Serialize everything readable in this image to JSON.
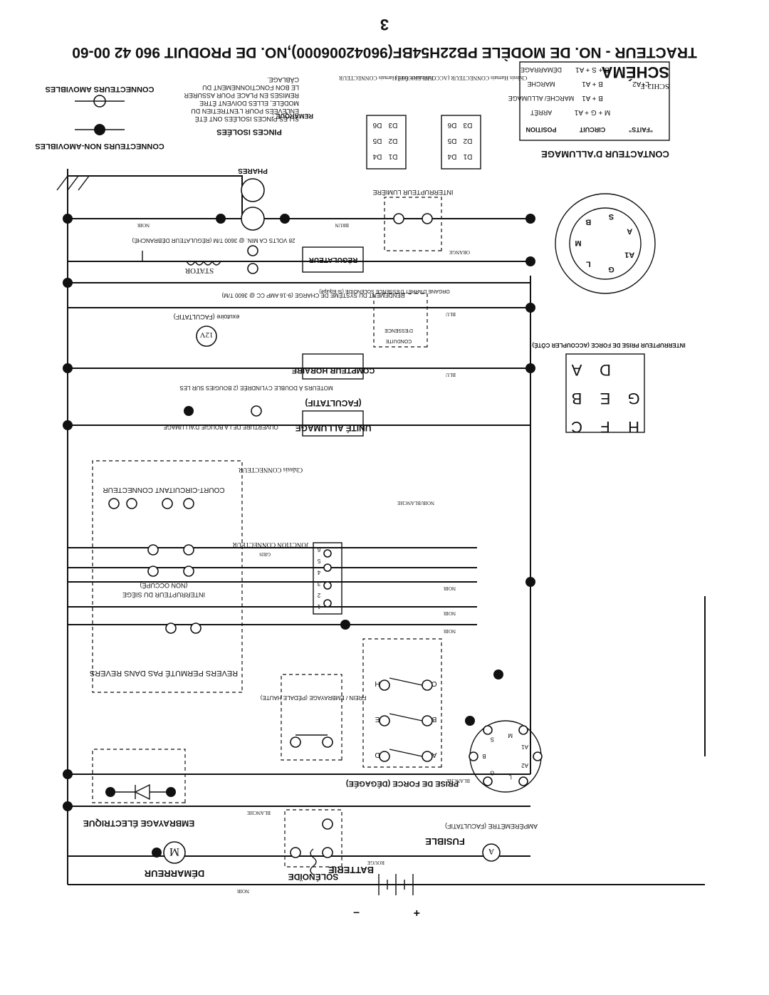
{
  "page_number": "3",
  "page_title": "TRACTEUR - NO. DE MODÈLE PB22H54BF(96042006000),NO. DE PRODUIT 960 42 00-60",
  "schema_title": "SCHÉMA",
  "drawing_ref": "SCHI2-F",
  "wire_colors": {
    "noir": "NOIR",
    "brun": "BRUN",
    "rouge": "ROUGE",
    "orange": "ORANGE",
    "bleu": "BLU",
    "blanche": "BLANCHE",
    "gris": "GRIS",
    "noir_blanche": "NOIR/BLANCHE"
  },
  "legend": {
    "non_removable": "CONNECTEURS NON-AMOVIBLES",
    "removable_title": "CONNECTEURS AMOVIBLES",
    "isolated_clips_title": "PINCES ISOLÉES",
    "remark_label": "REMARQUE :",
    "remark_text": "SI LES PINCES ISOLÉES ONT ÉTÉ ENLEVÉES POUR L'ENTRETIEN DU MODÈLE, ELLES DOIVENT ÊTRE REMISES EN PLACE POUR ASSURER LE BON FONCTIONNEMENT DU CÂBLAGE."
  },
  "connectors": {
    "dash_label": "Tableau de bord Harnais CONNECTEUR",
    "chassis_label": "Châssis Harnais CONNECTEUR (ACCOUPLER CÔTÉ)",
    "pins_dash": [
      "D1",
      "D2",
      "D3",
      "D4",
      "D5",
      "D6"
    ],
    "pins_chassis": [
      "D1",
      "D2",
      "D3",
      "D4",
      "D5",
      "D6"
    ]
  },
  "ignition_table": {
    "title": "CONTACTEUR D'ALLUMAGE",
    "headers": [
      "POSITION",
      "CIRCUIT",
      "\"FAITS\""
    ],
    "rows": [
      [
        "ARRÊT",
        "M + G + A1",
        ""
      ],
      [
        "MARCHE/ ALLUMAGE",
        "B + A1",
        ""
      ],
      [
        "MARCHE",
        "B + A1",
        "L+A2"
      ],
      [
        "DÉMARRAGE",
        "B + S + A1",
        ""
      ]
    ]
  },
  "ignition_switch_terminals": [
    "M",
    "B",
    "S",
    "A",
    "A1",
    "G",
    "L"
  ],
  "pto_switch": {
    "title": "INTERRUPTEUR PRISE DE FORCE (ACCOUPLER CÔTÉ)",
    "grid": [
      [
        "A",
        "D"
      ],
      [
        "B",
        "E",
        "G"
      ],
      [
        "C",
        "F",
        "H"
      ]
    ]
  },
  "components": {
    "phares": "PHARES",
    "light_switch": "INTERRUPTEUR LUMIÈRE",
    "regulator": "RÉGULATEUR",
    "stator": "STATOR",
    "stator_spec": "28 VOLTS CA MIN. @ 3600 T/M (RÉGULATEUR DÉBRANCHÉ)",
    "charge_spec": "RENDEMENT DU SYSTÈME DE CHARGE (9-16 AMP CC @ 3600 T/M)",
    "fuel_solenoid": "ORGANE D'ARRÊT D'ESSENCE SOLÉNOÏDE (Si Equipé)",
    "fuel_solenoid_short": "D'ESSENCE",
    "conduit": "CONDUITE",
    "twelve_volt": "12V",
    "exhaust_outlet": "exutoire (FACULTATIF)",
    "hour_meter": "COMPTEUR HORAIRE",
    "hour_meter_opt": "(FACULTATIF)",
    "ignition_unit": "UNITÉ ALLUMAGE",
    "spark_plug": "OUVERTURE DE LA BOUGIE D'ALLUMAGE",
    "twin_note": "MOTEURS À DOUBLE CYLINDRÉE (2 BOUGIES SUR LES",
    "short_circuit": "COURT-CIRCUITANT CONNECTEUR",
    "chassis_conn": "Châssis CONNECTEUR",
    "junction": "JONCTION CONNECTEUR",
    "seat_switch": "INTERRUPTEUR DU SIÈGE",
    "seat_state": "(NON OCCUPÉ)",
    "reverse_switch": "REVERS PERMUTÉ PAS DANS REVERS",
    "brake_switch": "FREIN / EMBRAYAGE (PÉDALE HAUTE)",
    "pto_disengaged": "PRISE DE FORCE (DÉGAGÉE)",
    "clutch": "EMBRAYAGE ÉLECTRIQUE",
    "starter": "DÉMARREUR",
    "starter_symbol": "M",
    "solenoid": "SOLÉNOÏDE",
    "battery": "BATTERIE",
    "fuse": "FUSIBLE",
    "ammeter": "AMPÈREMÈTRE (FACULTATIF)",
    "ammeter_symbol": "A",
    "plus": "+",
    "minus": "–"
  },
  "junction_pins": [
    "1",
    "2",
    "3",
    "4",
    "5",
    "6"
  ],
  "pto_contacts": [
    "A",
    "B",
    "C",
    "D",
    "E",
    "H"
  ],
  "ign_contacts": [
    "B",
    "S",
    "M",
    "A1",
    "A2",
    "L",
    "G"
  ]
}
